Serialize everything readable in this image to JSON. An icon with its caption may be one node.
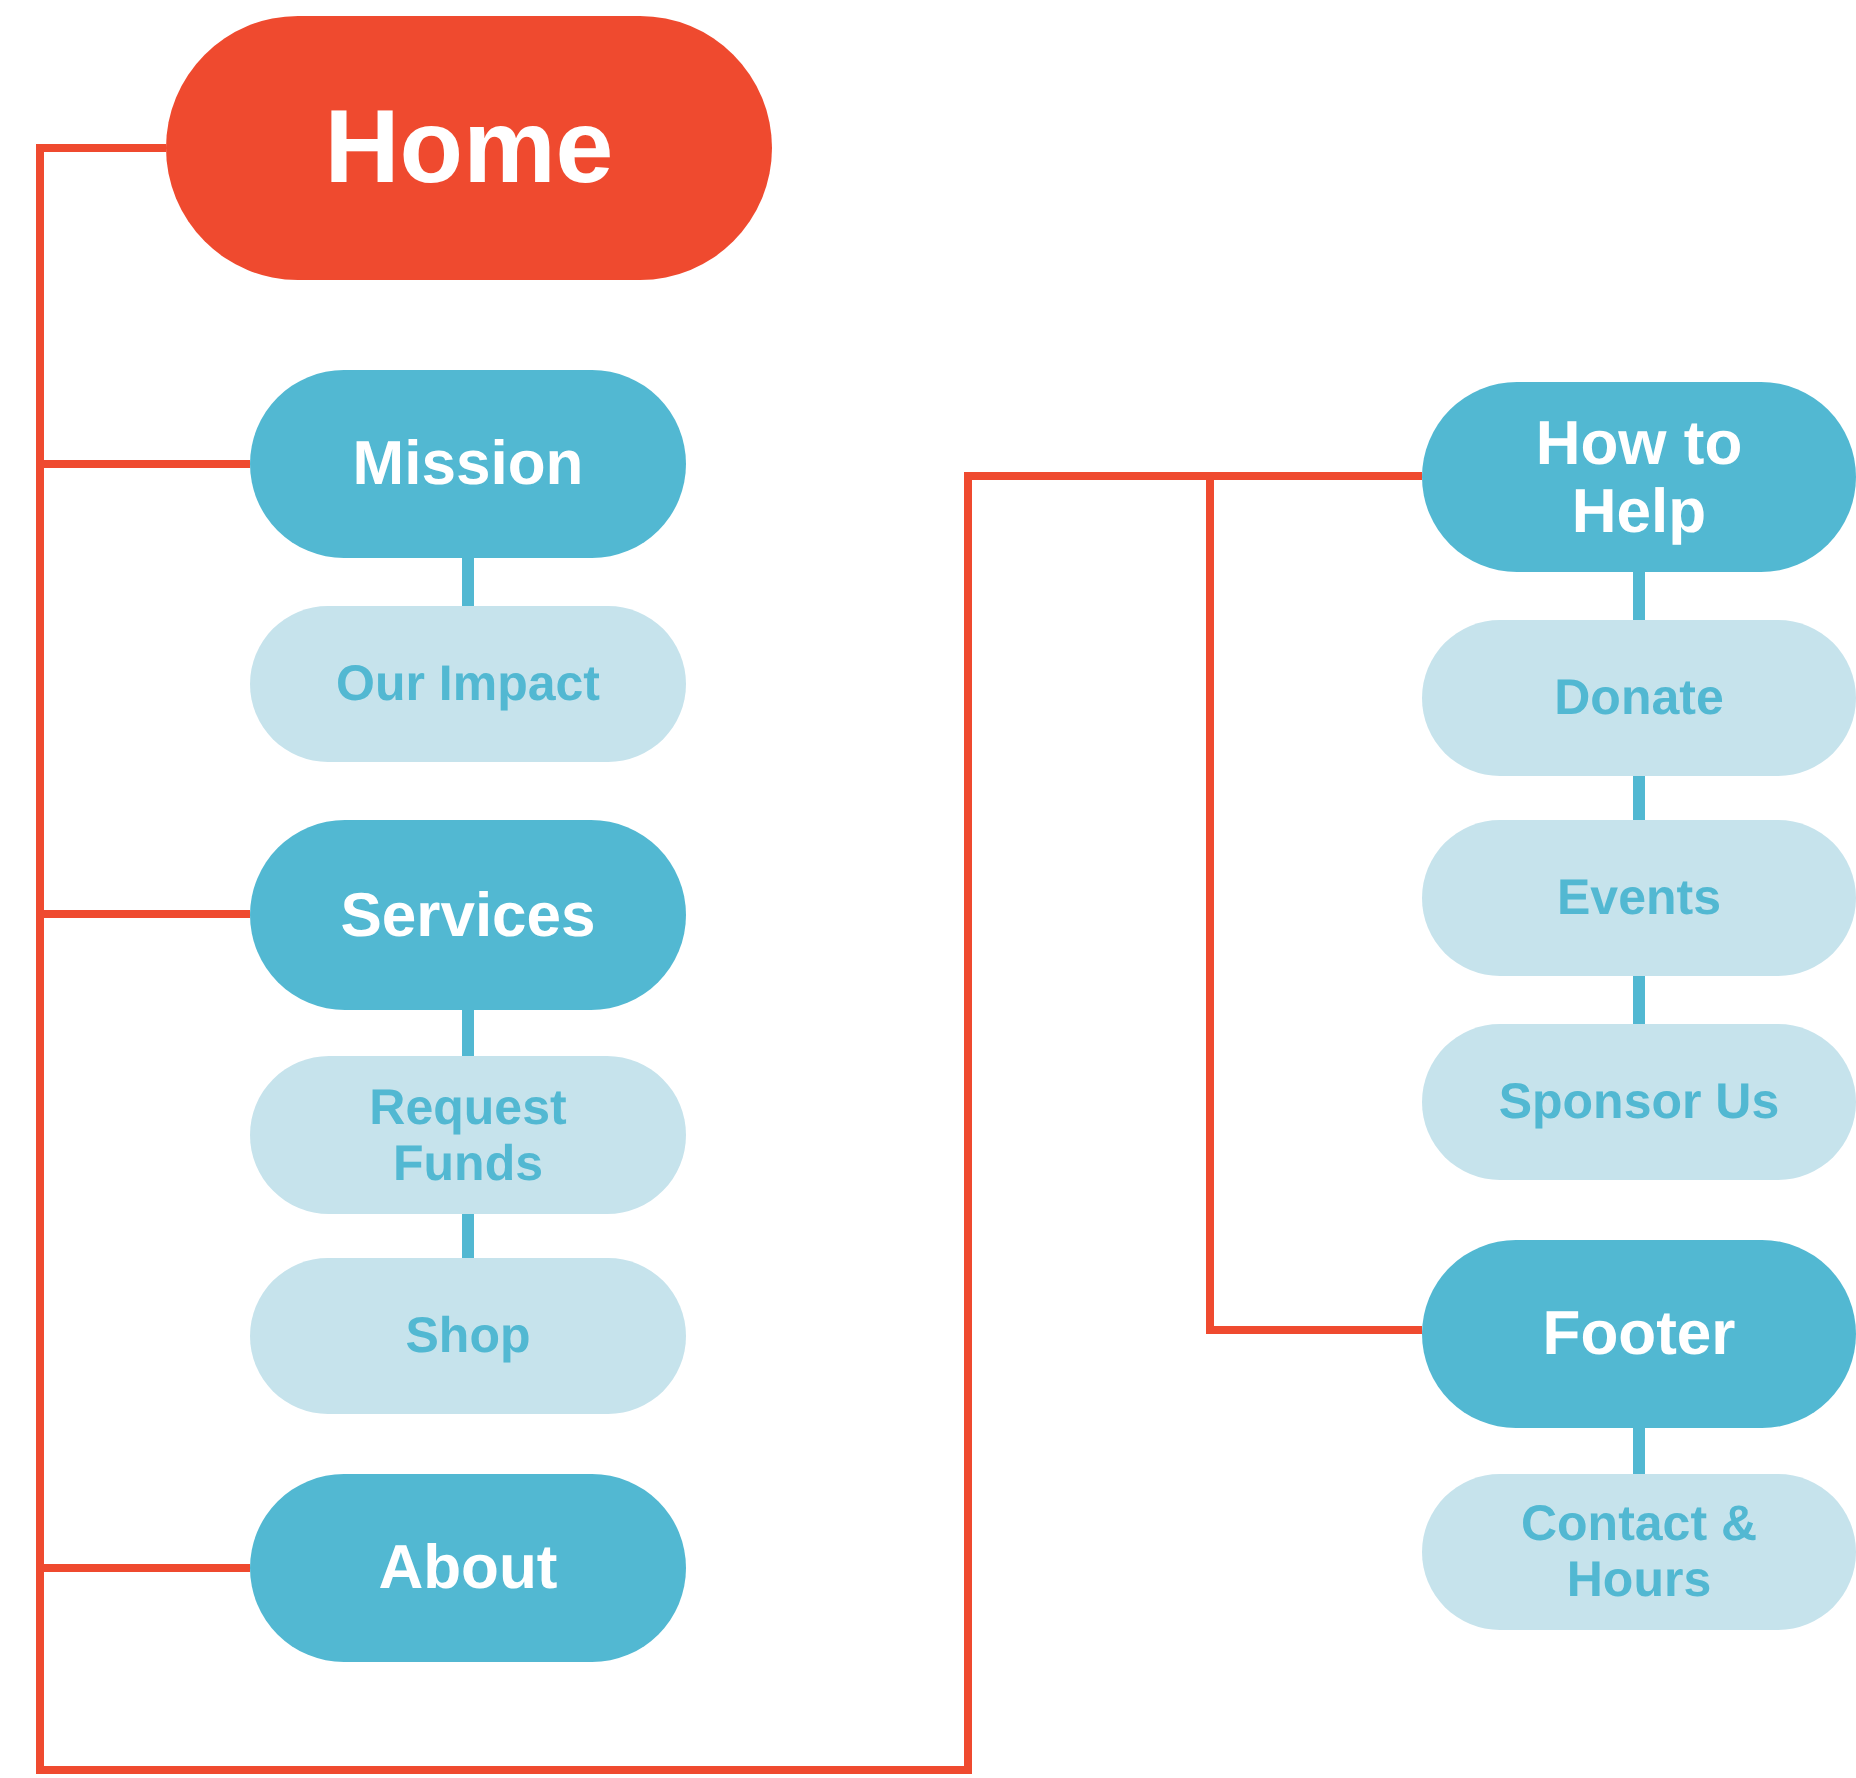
{
  "diagram": {
    "nodes": [
      {
        "text": [
          "Home"
        ]
      },
      {
        "text": [
          "Mission"
        ]
      },
      {
        "text": [
          "Our Impact"
        ]
      },
      {
        "text": [
          "Services"
        ]
      },
      {
        "text": [
          "Request Funds"
        ]
      },
      {
        "text": [
          "Shop"
        ]
      },
      {
        "text": [
          "About"
        ]
      },
      {
        "text": [
          "How to Help"
        ]
      },
      {
        "text": [
          "Donate"
        ]
      },
      {
        "text": [
          "Events"
        ]
      },
      {
        "text": [
          "Sponsor Us"
        ]
      },
      {
        "text": [
          "Footer"
        ]
      },
      {
        "text": [
          "Contact & Hours"
        ]
      }
    ],
    "edges": [
      {
        "from": 0,
        "to": 1,
        "arrow": "none",
        "color": "#ef4a2f"
      },
      {
        "from": 0,
        "to": 3,
        "arrow": "none",
        "color": "#ef4a2f"
      },
      {
        "from": 0,
        "to": 6,
        "arrow": "none",
        "color": "#ef4a2f"
      },
      {
        "from": 0,
        "to": 7,
        "arrow": "none",
        "color": "#ef4a2f"
      },
      {
        "from": 0,
        "to": 11,
        "arrow": "none",
        "color": "#ef4a2f"
      },
      {
        "from": 1,
        "to": 2,
        "arrow": "none"
      },
      {
        "from": 3,
        "to": 4,
        "arrow": "none"
      },
      {
        "from": 4,
        "to": 5,
        "arrow": "none"
      },
      {
        "from": 7,
        "to": 8,
        "arrow": "none"
      },
      {
        "from": 8,
        "to": 9,
        "arrow": "none"
      },
      {
        "from": 9,
        "to": 10,
        "arrow": "none"
      },
      {
        "from": 11,
        "to": 12,
        "arrow": "none"
      }
    ]
  }
}
